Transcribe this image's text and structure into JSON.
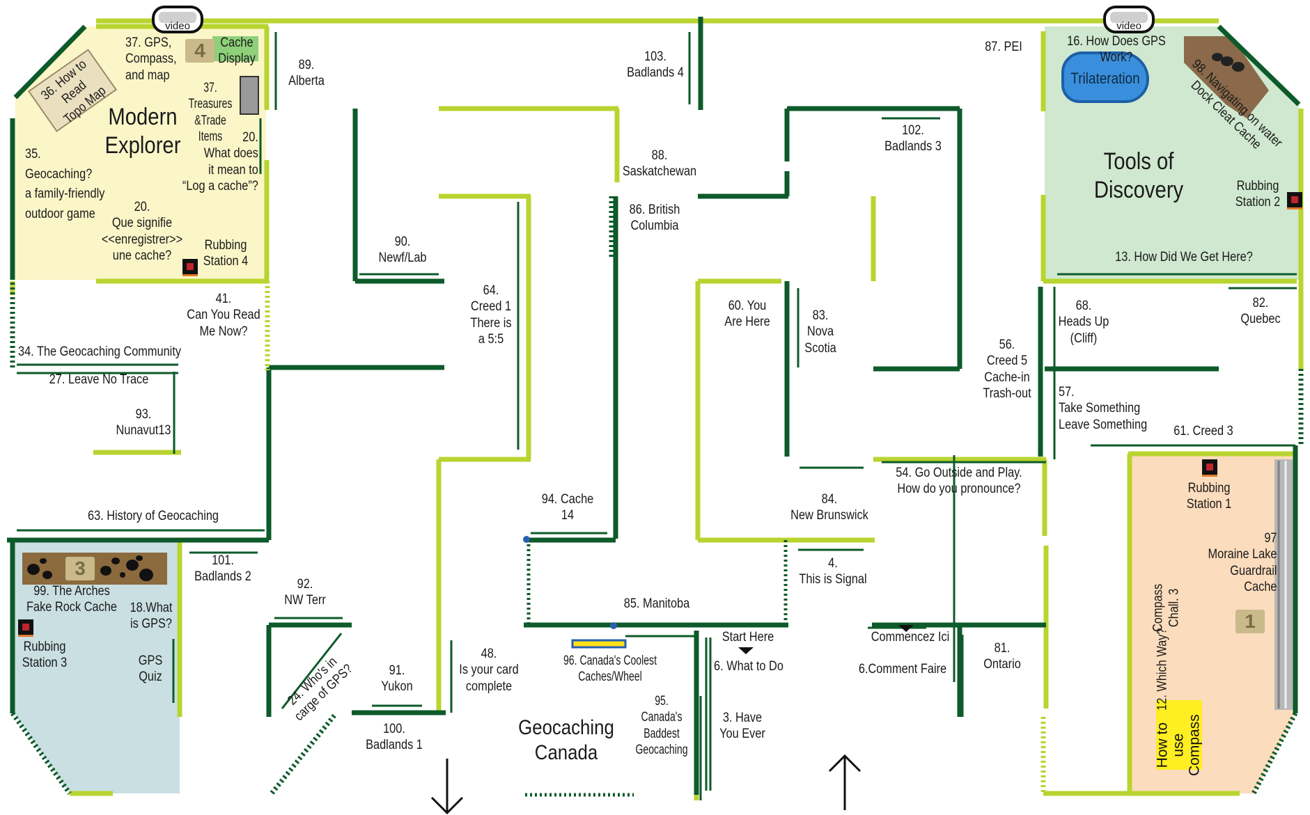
{
  "colors": {
    "dark_wall": "#0d5a2a",
    "light_wall": "#b8d430",
    "zone_modern_explorer": "#fbf6c8",
    "zone_tools_of_discovery": "#cfe8cf",
    "zone_station_1": "#fbdcbc",
    "zone_station_3": "#c9dfe2"
  },
  "zones": {
    "modern_explorer": "Modern\nExplorer",
    "tools_of_discovery": "Tools of\nDiscovery",
    "geocaching_canada": "Geocaching\nCanada"
  },
  "videos": [
    "video",
    "video"
  ],
  "badges": {
    "b4": "4",
    "b3": "3",
    "b1": "1"
  },
  "pond_label": "Trilateration",
  "labels": {
    "l37gps": "37. GPS,\nCompass,\nand map",
    "lcache": "Cache\nDisplay",
    "l37treasures": "37. Treasures\n&Trade\nItems",
    "l36": "36. How to Read\nTopo Map",
    "l20en": "20.\nWhat does\nit mean to\n“Log a cache”?",
    "l35": "35.\nGeocaching?\na family-friendly\noutdoor game",
    "l20fr": "20.\nQue signifie\n<<enregistrer>>\nune cache?",
    "lrub4": "Rubbing\nStation 4",
    "l89": "89.\nAlberta",
    "l103": "103.\nBadlands 4",
    "l87": "87. PEI",
    "l16": "16. How Does GPS Work?",
    "l98": "98. Navigating on water\nDock Cleat Cache",
    "lrub2": "Rubbing\nStation 2",
    "l13": "13. How Did We Get Here?",
    "l88": "88.\nSaskatchewan",
    "l86": "86. British\nColumbia",
    "l102": "102.\nBadlands 3",
    "l90": "90.\nNewf/Lab",
    "l64": "64.\nCreed 1\nThere is\na 5:5",
    "l60": "60. You\nAre Here",
    "l83": "83.\nNova\nScotia",
    "l68": "68.\nHeads Up\n(Cliff)",
    "l82": "82.\nQuebec",
    "l41": "41.\nCan You Read\nMe Now?",
    "l34": "34. The Geocaching Community",
    "l27": "27. Leave No Trace",
    "l93": "93.\nNunavut13",
    "l56": "56.\nCreed 5\nCache-in\nTrash-out",
    "l57": "57.\nTake Something\nLeave Something",
    "l61": "61. Creed 3",
    "l54": "54. Go Outside and Play.\nHow do you pronounce?",
    "lrub1": "Rubbing\nStation 1",
    "l94": "94. Cache\n14",
    "l84": "84.\nNew Brunswick",
    "l63": "63. History of Geocaching",
    "l97": "97\nMoraine Lake\nGuardrail\nCache",
    "l101": "101.\nBadlands 2",
    "l4": "4.\nThis is Signal",
    "l92": "92.\nNW Terr",
    "l99": "99. The Arches\nFake Rock Cache",
    "l18": "18.What\nis GPS?",
    "lcompass3": "Compass\nChall. 3",
    "l85": "85. Manitoba",
    "lstart": "Start Here",
    "lcommencez": "Commencez Ici",
    "l6en": "6. What to Do",
    "l6fr": "6.Comment Faire",
    "l81": "81.\nOntario",
    "lrub3": "Rubbing\nStation 3",
    "lgpsquiz": "GPS\nQuiz",
    "l96": "96. Canada's Coolest\nCaches/Wheel",
    "l48": "48.\nIs your card\ncomplete",
    "l24": "24. Who's in\ncarge of GPS?",
    "l91": "91.\nYukon",
    "l95": "95.\nCanada's\nBaddest\nGeocaching",
    "l3": "3. Have\nYou Ever",
    "l12": "12. Which Way?",
    "lhowto": "How to use\nCompass",
    "l100": "100.\nBadlands 1"
  }
}
